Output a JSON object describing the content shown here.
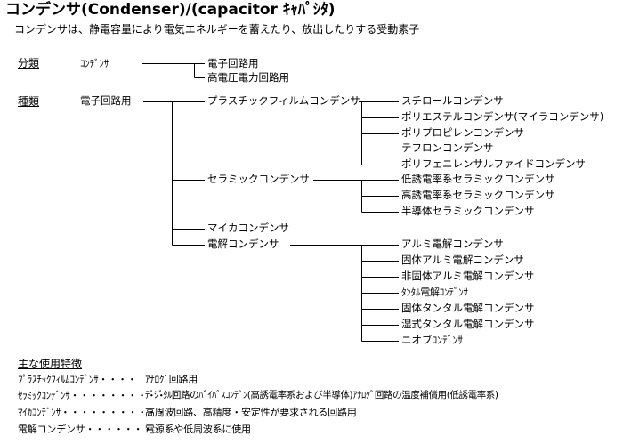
{
  "title": "コンデンサ(Condenser)/(capacitor ｷｬﾊﾟｼﾀ)",
  "subtitle": "コンデンサは、静電容量により電気エネルギーを蓄えたり、放出したりする受動素子",
  "classification": {
    "heading": "分類",
    "root": "ｺﾝﾃﾞﾝｻ",
    "children": [
      "電子回路用",
      "高電圧電力回路用"
    ]
  },
  "types": {
    "heading": "種類",
    "root": "電子回路用",
    "groups": [
      {
        "label": "プラスチックフィルムコンデンサ",
        "items": [
          "スチロールコンデンサ",
          "ポリエステルコンデンサ(マイラコンデンサ)",
          "ポリプロピレンコンデンサ",
          "テフロンコンデンサ",
          "ポリフェニレンサルファイドコンデンサ"
        ]
      },
      {
        "label": "セラミックコンデンサ",
        "items": [
          "低誘電率系セラミックコンデンサ",
          "高誘電率系セラミックコンデンサ",
          "半導体セラミックコンデンサ"
        ]
      },
      {
        "label": "マイカコンデンサ",
        "items": []
      },
      {
        "label": "電解コンデンサ",
        "items": [
          "アルミ電解コンデンサ",
          "固体アルミ電解コンデンサ",
          "非固体アルミ電解コンデンサ",
          "ﾀﾝﾀﾙ電解ｺﾝﾃﾞﾝｻ",
          "固体タンタル電解コンデンサ",
          "湿式タンタル電解コンデンサ",
          "ニオブｺﾝﾃﾞﾝｻ"
        ]
      }
    ]
  },
  "uses": {
    "heading": "主な使用特徴",
    "rows": [
      {
        "name": "ﾌﾟﾗｽﾁｯｸﾌｨﾙﾑｺﾝﾃﾞﾝｻ・・・・",
        "desc": "ｱﾅﾛｸﾞ回路用"
      },
      {
        "name": "ｾﾗﾐｯｸｺﾝﾃﾞﾝｻ・・・・・・・・・・",
        "desc": "ﾃﾞｼﾞﾀﾙ回路のﾊﾞｲﾊﾟｽｺﾝﾃﾞﾝ(高誘電率系および半導体)ｱﾅﾛｸﾞ回路の温度補償用(低誘電率系)"
      },
      {
        "name": "ﾏｲｶｺﾝﾃﾞﾝｻ・・・・・・・・・・・",
        "desc": "高周波回路、高精度・安定性が要求される回路用"
      },
      {
        "name": "電解コンデンサ・・・・・・・・",
        "desc": "電源系や低周波系に使用"
      }
    ]
  }
}
